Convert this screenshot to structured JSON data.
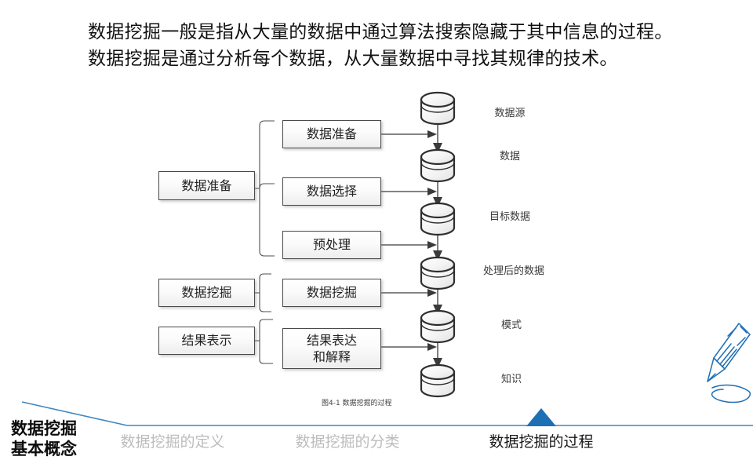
{
  "headline": "数据挖掘一般是指从大量的数据中通过算法搜索隐藏于其中信息的过程。数据挖掘是通过分析每个数据，从大量数据中寻找其规律的技术。",
  "diagram": {
    "caption": "图4-1 数据挖掘的过程",
    "stage_groups": [
      {
        "label": "数据准备"
      },
      {
        "label": "数据挖掘"
      },
      {
        "label": "结果表示"
      }
    ],
    "steps": [
      {
        "label": "数据准备"
      },
      {
        "label": "数据选择"
      },
      {
        "label": "预处理"
      },
      {
        "label": "数据挖掘"
      },
      {
        "label_line1": "结果表达",
        "label_line2": "和解释"
      }
    ],
    "artifacts": [
      {
        "label": "数据源"
      },
      {
        "label": "数据"
      },
      {
        "label": "目标数据"
      },
      {
        "label": "处理后的数据"
      },
      {
        "label": "模式"
      },
      {
        "label": "知识"
      }
    ]
  },
  "footer": {
    "title_line1": "数据挖掘",
    "title_line2": "基本概念",
    "tabs": [
      {
        "label": "数据挖掘的定义",
        "active": false
      },
      {
        "label": "数据挖掘的分类",
        "active": false
      },
      {
        "label": "数据挖掘的过程",
        "active": true
      }
    ],
    "accent_color": "#1f6fb5",
    "rule_color": "#3f86c0",
    "inactive_color": "#bdbdbd"
  },
  "decoration": {
    "pen_icon": "pen-sketch-icon",
    "pen_color": "#1f6fb5"
  }
}
